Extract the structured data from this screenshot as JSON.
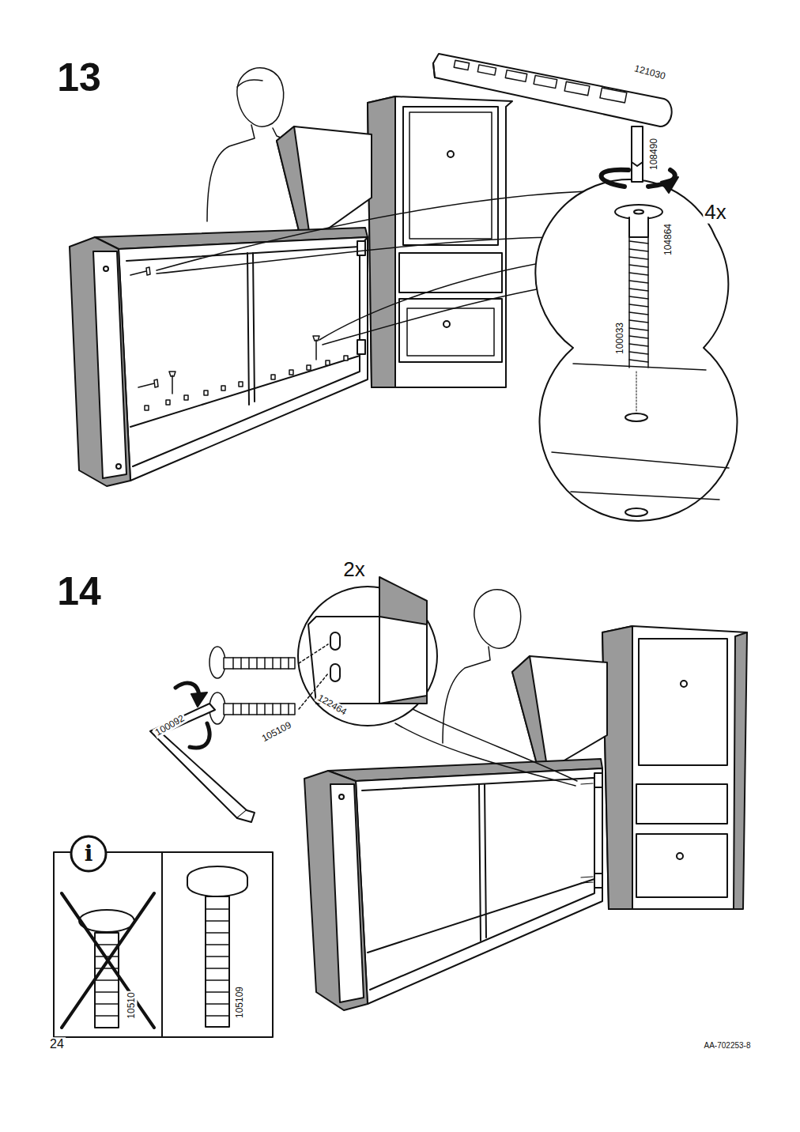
{
  "diagram": {
    "labels": [
      "13",
      "121030",
      "108490",
      "4x",
      "104864",
      "100033",
      "14",
      "2x",
      "100092",
      "105109",
      "122464",
      "i",
      "10510",
      "105109",
      "24",
      "AA-702253-8"
    ]
  }
}
